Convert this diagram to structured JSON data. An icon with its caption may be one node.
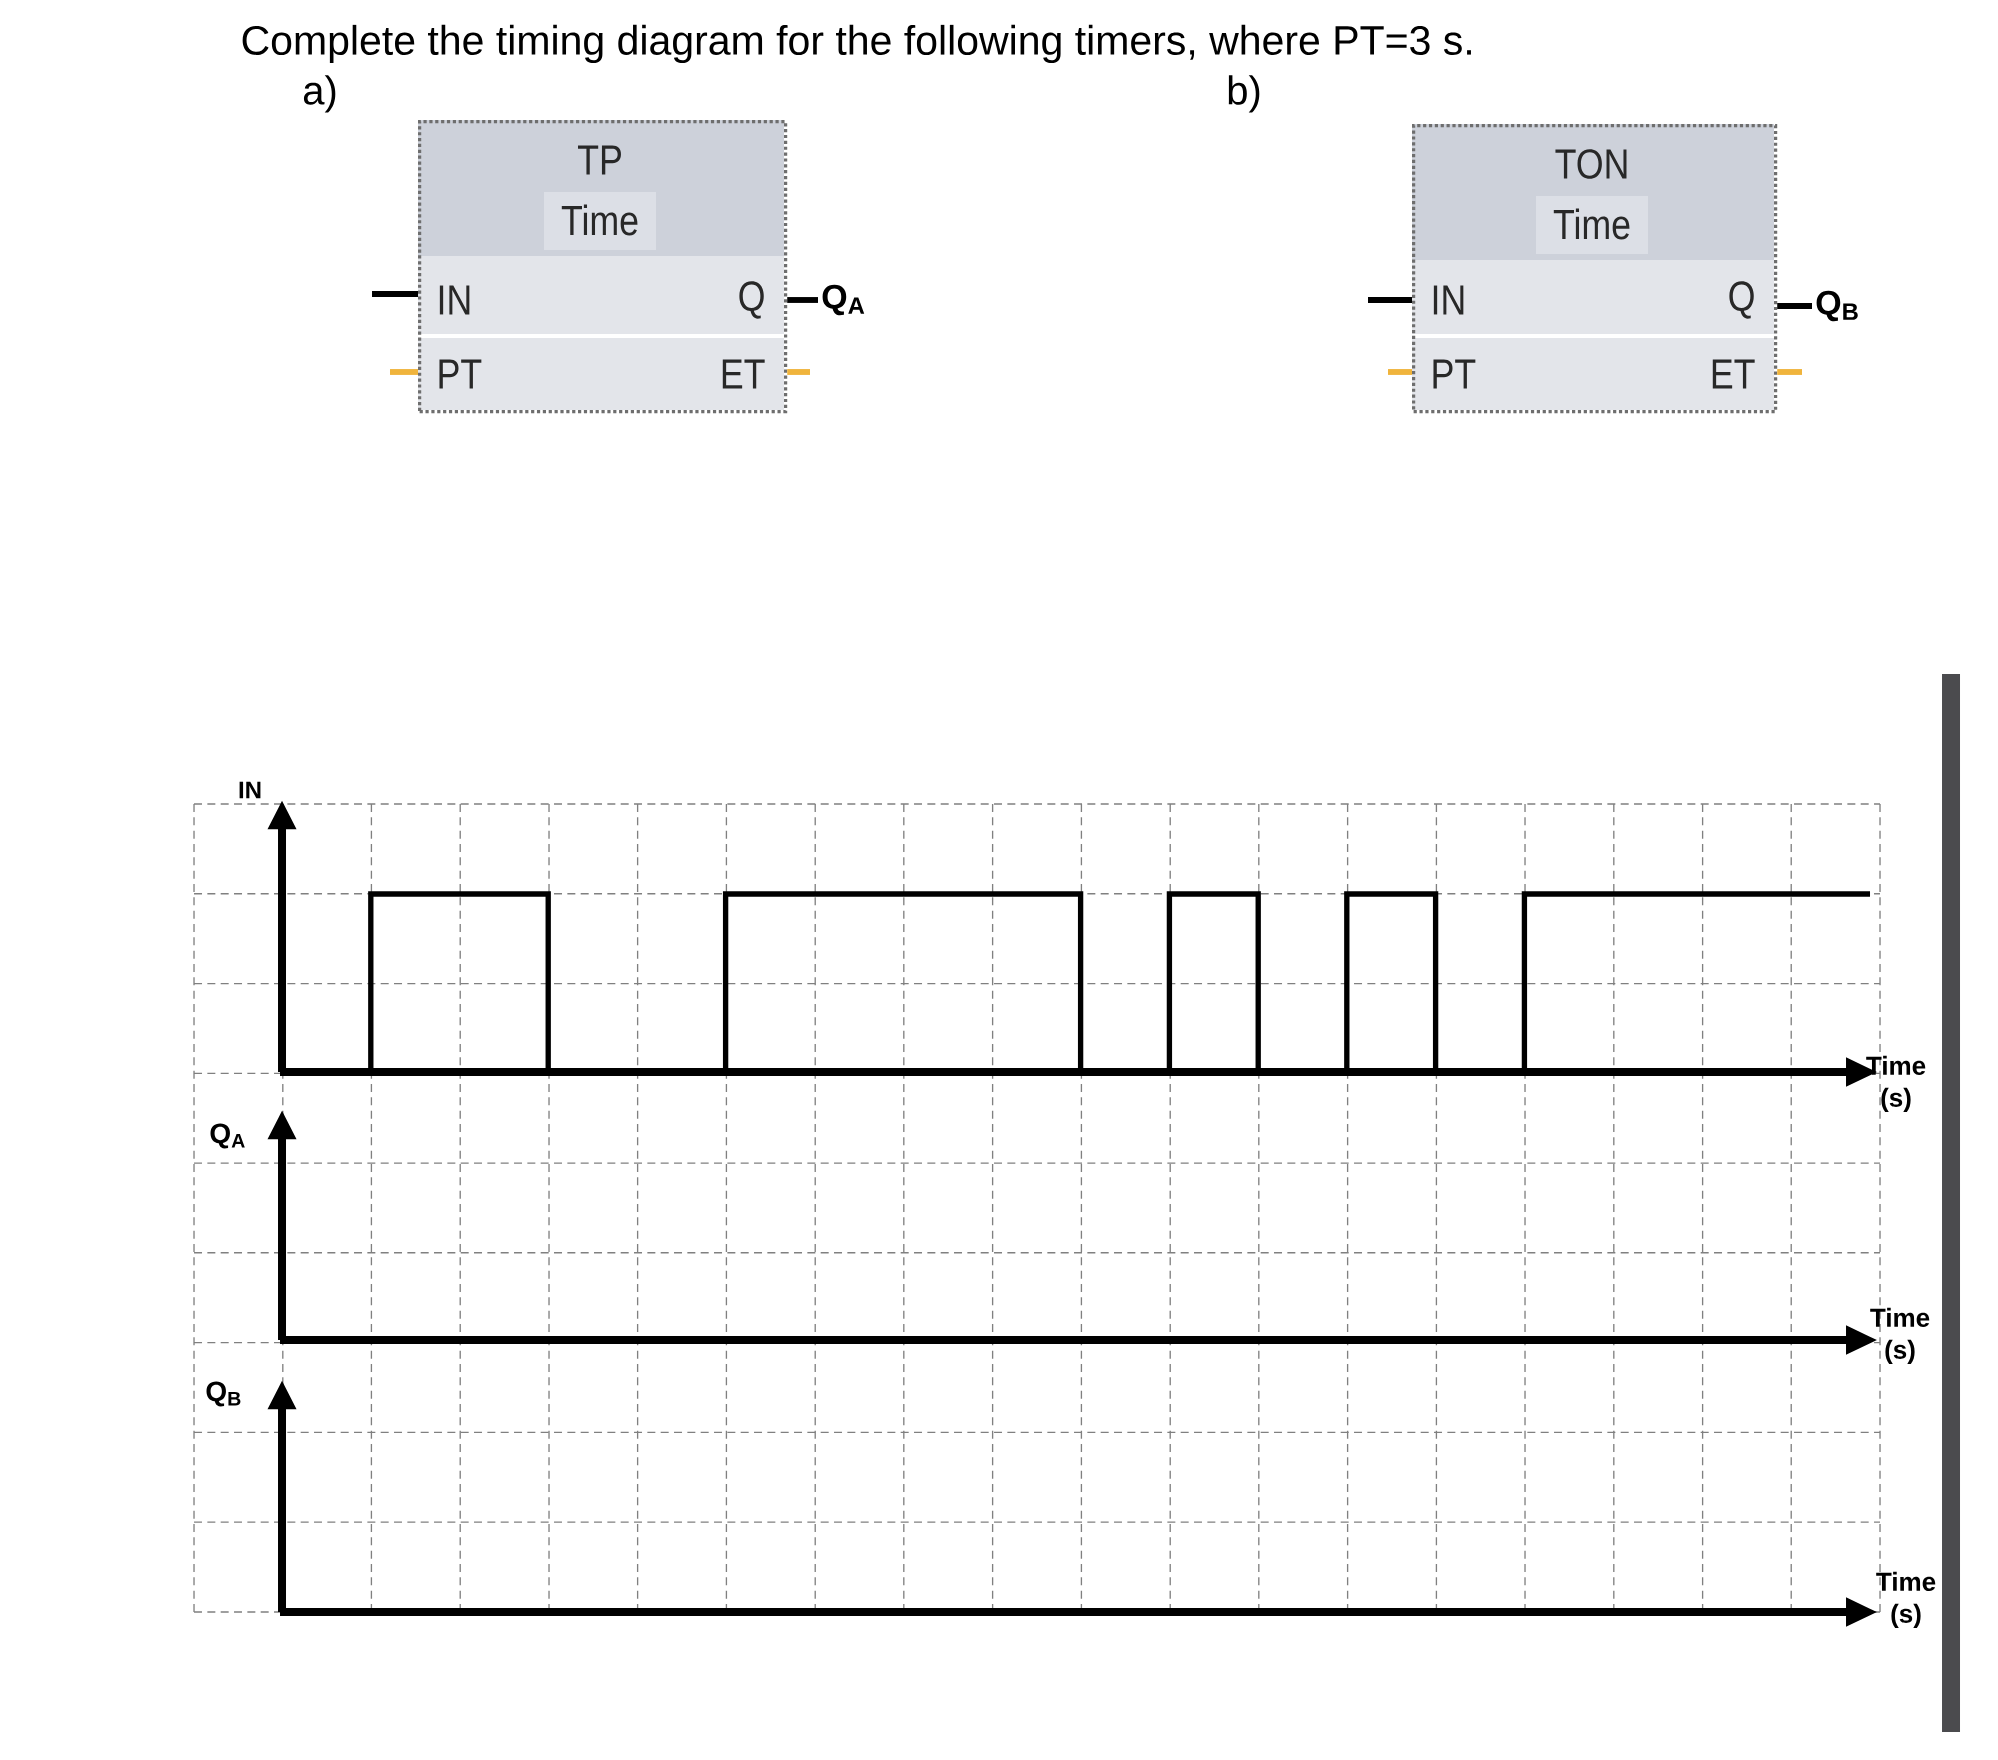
{
  "diagram": {
    "title": "Complete the timing diagram for the following timers, where PT=3 s.",
    "nodes": [
      {
        "text": [
          "TP",
          "Time",
          "IN",
          "Q",
          "PT",
          "ET"
        ]
      },
      {
        "text": [
          "Q$_{A}$"
        ]
      },
      {
        "text": [
          "TON",
          "Time",
          "IN",
          "Q",
          "PT",
          "ET"
        ]
      },
      {
        "text": [
          "Q$_{B}$"
        ]
      }
    ],
    "edges": [
      {
        "from": null,
        "to": 0,
        "arrow": "none"
      },
      {
        "from": null,
        "to": 0,
        "arrow": "none",
        "color": "#f0b43c"
      },
      {
        "from": 0,
        "to": 1,
        "arrow": "none"
      },
      {
        "from": 0,
        "to": null,
        "arrow": "none",
        "color": "#f0b43c"
      },
      {
        "from": null,
        "to": 2,
        "arrow": "none"
      },
      {
        "from": null,
        "to": 2,
        "arrow": "none",
        "color": "#f0b43c"
      },
      {
        "from": 2,
        "to": 3,
        "arrow": "none"
      },
      {
        "from": 2,
        "to": null,
        "arrow": "none",
        "color": "#f0b43c"
      }
    ],
    "labels": [
      "a)",
      "b)",
      "IN",
      "Q$_{A}$",
      "Time (s)",
      "Q$_{B}$",
      "Time (s)",
      "Time (s)"
    ]
  }
}
